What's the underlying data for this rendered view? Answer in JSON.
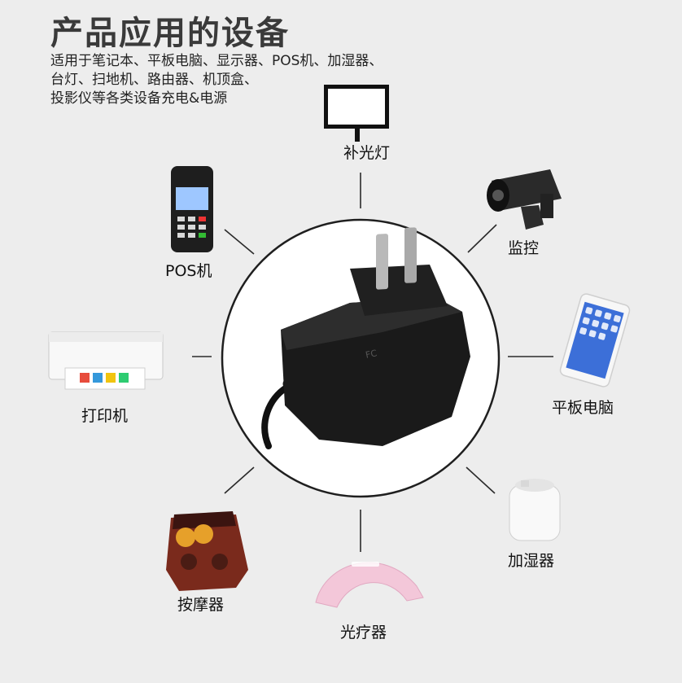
{
  "header": {
    "title": "产品应用的设备",
    "description_lines": [
      "适用于笔记本、平板电脑、显示器、POS机、加湿器、",
      "台灯、扫地机、路由器、机顶盒、",
      "投影仪等各类设备充电&电源"
    ]
  },
  "devices": {
    "fill_light": "补光灯",
    "monitoring": "监控",
    "pos": "POS机",
    "tablet": "平板电脑",
    "printer": "打印机",
    "humidifier": "加湿器",
    "massager": "按摩器",
    "light_therapy": "光疗器"
  },
  "icons": {
    "fill_light": "fill-light-panel-icon",
    "monitoring": "security-camera-icon",
    "pos": "pos-terminal-icon",
    "tablet": "tablet-icon",
    "printer": "printer-icon",
    "humidifier": "humidifier-icon",
    "massager": "massager-icon",
    "light_therapy": "nail-uv-lamp-icon",
    "adapter": "power-adapter-icon"
  },
  "colors": {
    "background": "#ededed",
    "adapter": "#1a1a1a",
    "plug": "#b9b9b9",
    "tablet_blue": "#3c6fd8",
    "nail_lamp_pink": "#f3c7d9"
  }
}
